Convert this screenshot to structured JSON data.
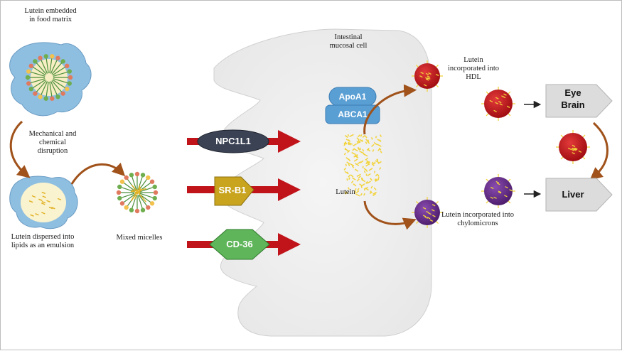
{
  "labels": {
    "food_matrix": "Lutein embedded in food matrix",
    "mechanical": "Mechanical and chemical disruption",
    "emulsion": "Lutein dispersed into lipids as an emulsion",
    "micelles": "Mixed micelles",
    "mucosal_cell": "Intestinal mucosal cell",
    "lutein": "Lutein",
    "hdl": "Lutein incorporated into HDL",
    "chylomicrons": "Lutein incorporated into chylomicrons"
  },
  "transporters": {
    "npc1l1": "NPC1L1",
    "srb1": "SR-B1",
    "cd36": "CD-36",
    "apoa1": "ApoA1",
    "abca1": "ABCA1"
  },
  "organs": {
    "eye": "Eye",
    "brain": "Brain",
    "liver": "Liver"
  },
  "colors": {
    "cell": "#eeeeee",
    "arrow_red": "#c0141a",
    "npc1l1": "#3a4254",
    "srb1": "#c9a41e",
    "cd36": "#5fb55a",
    "apo": "#5a9fd4",
    "hdl": "#c8151b",
    "chylo": "#6b2d8f",
    "lutein": "#f2d33a",
    "organ_box": "#dcdcdc",
    "curved_arrow": "#a0521a"
  }
}
